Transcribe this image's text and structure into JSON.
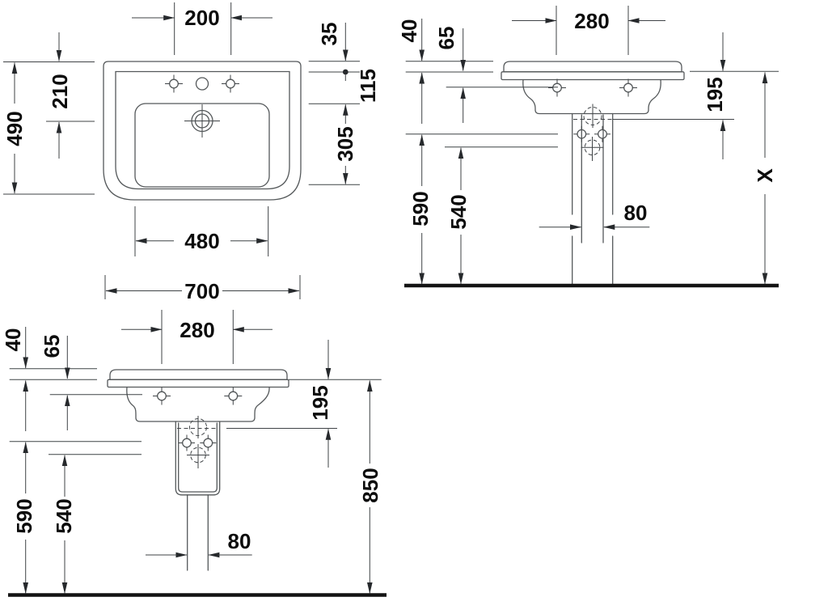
{
  "colors": {
    "background": "#ffffff",
    "outline": "#54585a",
    "dimension_line": "#3f4346",
    "text": "#0c0c0c",
    "floor": "#141414"
  },
  "views": {
    "plan": {
      "dims": {
        "faucet_spacing": "200",
        "rear_overhang": "35",
        "rear_to_bowl": "115",
        "front_to_drain": "210",
        "overall_depth": "490",
        "bowl_depth": "305",
        "bowl_width": "480",
        "overall_width": "700"
      }
    },
    "front_pedestal": {
      "dims": {
        "faucet_spacing": "280",
        "rim_step": "40",
        "rim_to_faucets": "65",
        "rim_to_underside": "195",
        "bolt_height_590": "590",
        "bolt_height_540": "540",
        "outlet_width": "80",
        "overall_height": "X"
      }
    },
    "front_semi_pedestal": {
      "dims": {
        "faucet_spacing": "280",
        "rim_step": "40",
        "rim_to_faucets": "65",
        "rim_to_underside": "195",
        "bolt_height_590": "590",
        "bolt_height_540": "540",
        "outlet_width": "80",
        "rim_height": "850"
      }
    }
  }
}
